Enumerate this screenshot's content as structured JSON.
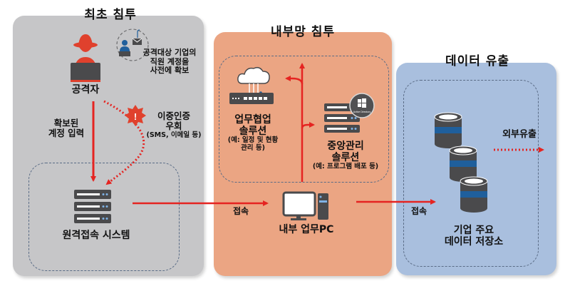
{
  "stages": {
    "initial": {
      "title": "최초 침투",
      "attacker_label": "공격자",
      "phishing_note": [
        "공격대상 기업의",
        "직원 계정을",
        "사전에 확보"
      ],
      "account_input": [
        "확보된",
        "계정 입력"
      ],
      "mfa_bypass": [
        "이중인증",
        "우회"
      ],
      "mfa_bypass_sub": "(SMS, 이메일 등)",
      "remote_system": "원격접속 시스템"
    },
    "internal": {
      "title": "내부망 침투",
      "collab_solution": [
        "업무협업",
        "솔루션"
      ],
      "collab_sub": [
        "(예: 일정 및 현황",
        "관리 등)"
      ],
      "central_mgmt": [
        "중앙관리",
        "솔루션"
      ],
      "central_sub": "(예: 프로그램 배포 등)",
      "ad_badge": "Active Directory",
      "internal_pc": "내부 업무PC",
      "access_label": "접속"
    },
    "exfil": {
      "title": "데이터 유출",
      "external_leak": "외부유출",
      "storage": [
        "기업 주요",
        "데이터 저장소"
      ],
      "access_label": "접속"
    }
  },
  "colors": {
    "panel_initial": "#c6c6c8",
    "panel_internal": "#eba583",
    "panel_exfil": "#a9bfde",
    "arrow": "#e52421",
    "attacker": "#e0412d",
    "device": "#4a4a4c",
    "accent_blue": "#1f5f9c"
  }
}
